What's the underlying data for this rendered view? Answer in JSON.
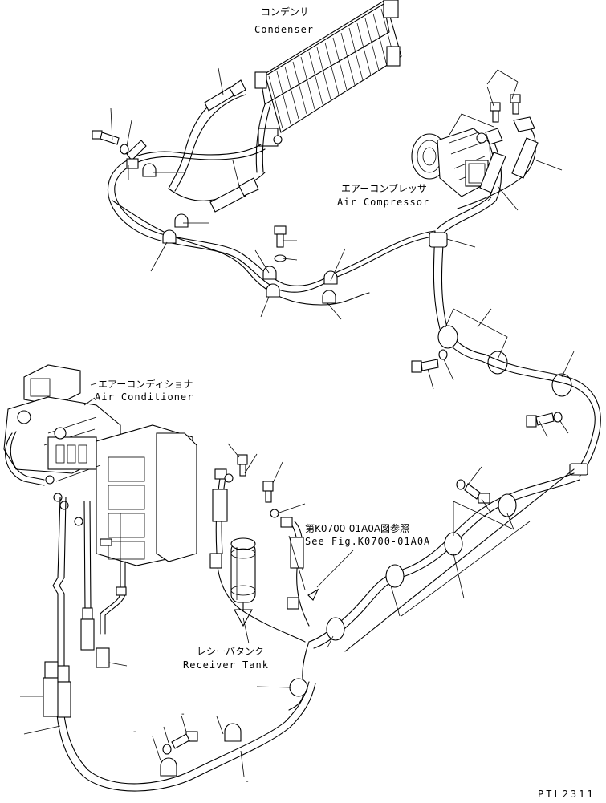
{
  "labels": {
    "condenser_jp": "コンデンサ",
    "condenser_en": "Condenser",
    "compressor_jp": "エアーコンプレッサ",
    "compressor_en": "Air Compressor",
    "aircon_jp": "エアーコンディショナ",
    "aircon_en": "Air Conditioner",
    "reference_jp": "第K0700-01A0A図参照",
    "reference_en": "See Fig.K0700-01A0A",
    "receiver_jp": "レシーバタンク",
    "receiver_en": "Receiver Tank",
    "figure_code": "PTL2311",
    "callout_dash": "-"
  }
}
